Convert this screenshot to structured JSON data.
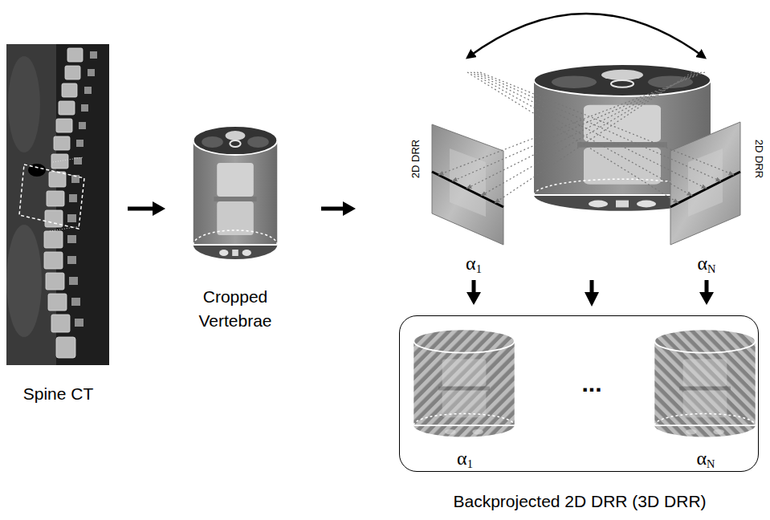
{
  "diagram": {
    "nodes": [
      {
        "text": [
          "Spine CT"
        ]
      },
      {
        "text": [
          "Cropped Vertebrae"
        ]
      },
      {
        "text": [
          "2D DRR",
          "α1"
        ]
      },
      {
        "text": [
          "2D DRR",
          "αN"
        ]
      },
      {
        "text": [
          "Backprojected 2D DRR (3D DRR)"
        ]
      },
      {
        "text": [
          "α1"
        ],
        "in": 4
      },
      {
        "text": [
          "αN"
        ],
        "in": 4
      }
    ],
    "edges": [
      {
        "from": 0,
        "to": 1,
        "arrow": "to"
      },
      {
        "from": 1,
        "to": 2,
        "arrow": "to"
      },
      {
        "from": 2,
        "to": 4,
        "arrow": "to"
      },
      {
        "from": 3,
        "to": 4,
        "arrow": "to"
      }
    ],
    "labels": [
      "..."
    ]
  }
}
